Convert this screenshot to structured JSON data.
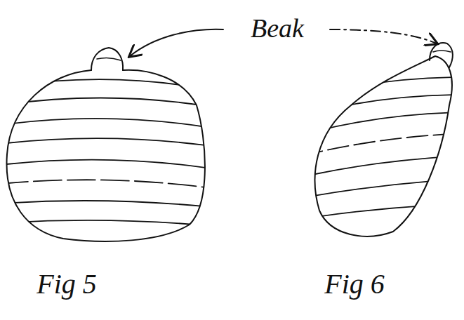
{
  "diagram": {
    "labels": [
      "Beak",
      "Fig 5",
      "Fig 6"
    ]
  }
}
